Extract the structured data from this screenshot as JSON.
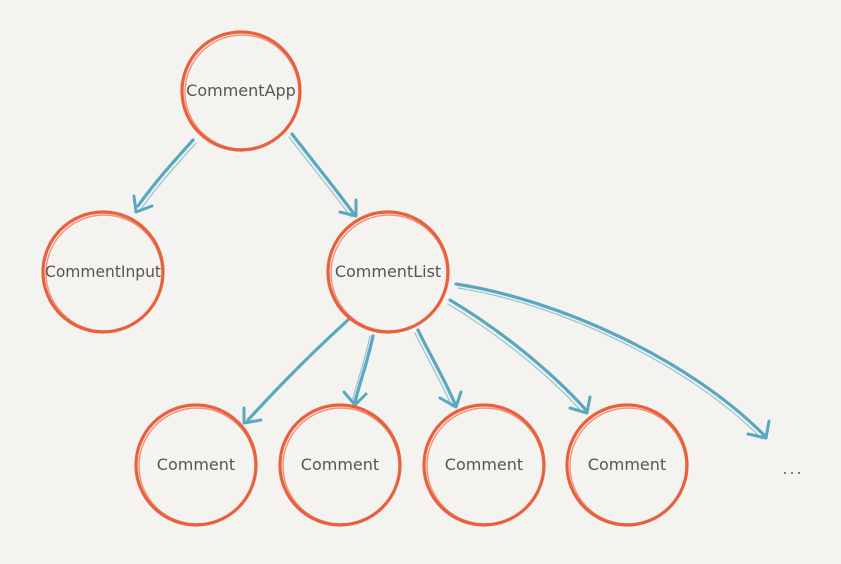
{
  "diagram": {
    "nodes": {
      "comment_app": "CommentApp",
      "comment_input": "CommentInput",
      "comment_list": "CommentList",
      "comment_1": "Comment",
      "comment_2": "Comment",
      "comment_3": "Comment",
      "comment_4": "Comment"
    },
    "ellipsis": "...",
    "colors": {
      "node_stroke": "#e8603e",
      "edge_stroke": "#5aa8bf",
      "background": "#f5f3f0",
      "text": "#555555"
    }
  }
}
